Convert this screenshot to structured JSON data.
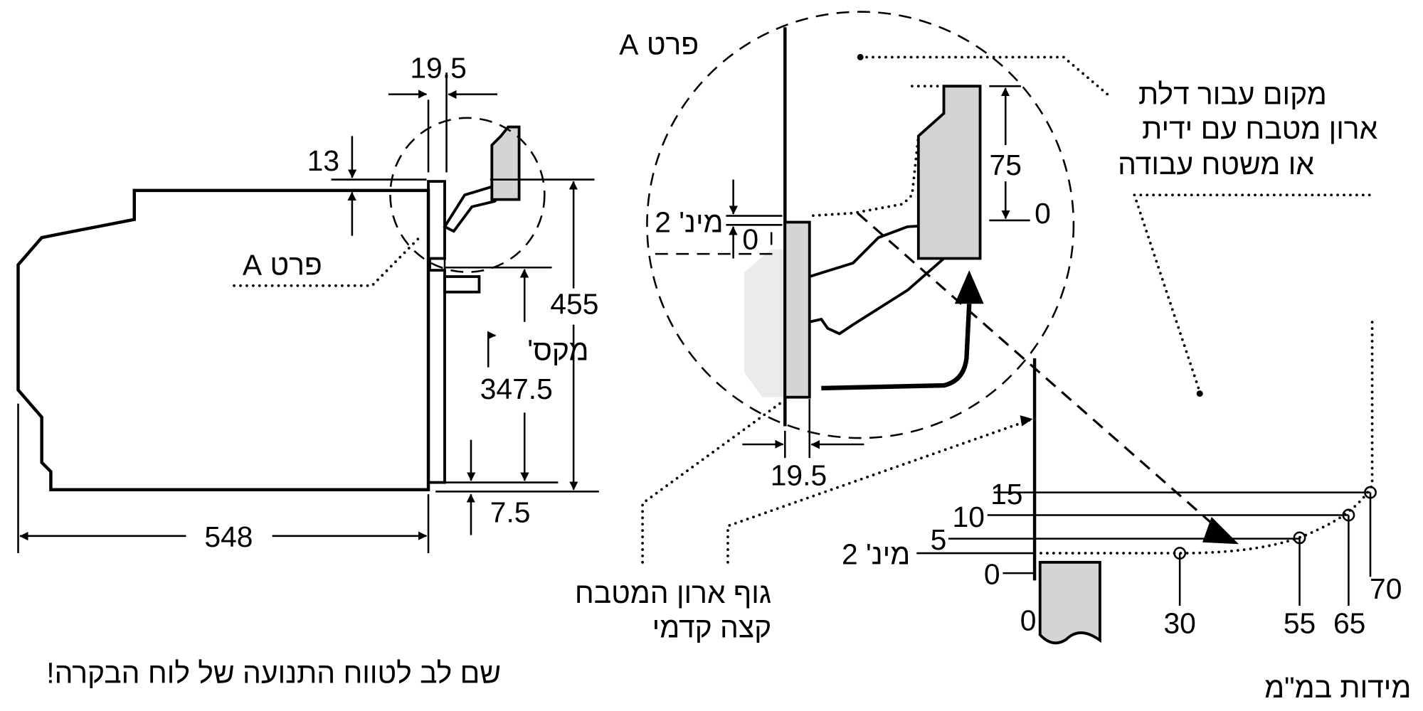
{
  "labels": {
    "detail_a_left": "פרט A",
    "detail_a_top": "פרט A",
    "dim_19_5_top": "19.5",
    "dim_13": "13",
    "dim_455": "455",
    "dim_max_label": "מקס'",
    "dim_347_5": "347.5",
    "dim_7_5": "7.5",
    "dim_548": "548",
    "dim_19_5_bottom": "19.5",
    "dim_75": "75",
    "dim_0_top": "0",
    "dim_min2_detail": "מינ' 2",
    "dim_0_detail": "0",
    "door_space_line1": "מקום עבור דלת",
    "door_space_line2": "ארון מטבח עם ידית",
    "door_space_line3": "או משטח עבודה",
    "cabinet_body_line1": "גוף ארון המטבח",
    "cabinet_body_line2": "קצה קדמי",
    "warning": "שם לב לטווח התנועה של לוח הבקרה!",
    "units": "מידות במ\"מ"
  },
  "graph": {
    "y_labels": [
      "15",
      "10",
      "5",
      "מינ' 2",
      "0"
    ],
    "x_labels": [
      "0",
      "30",
      "55",
      "65",
      "70"
    ]
  },
  "colors": {
    "line": "#000000",
    "fill_gray": "#d4d4d4"
  }
}
